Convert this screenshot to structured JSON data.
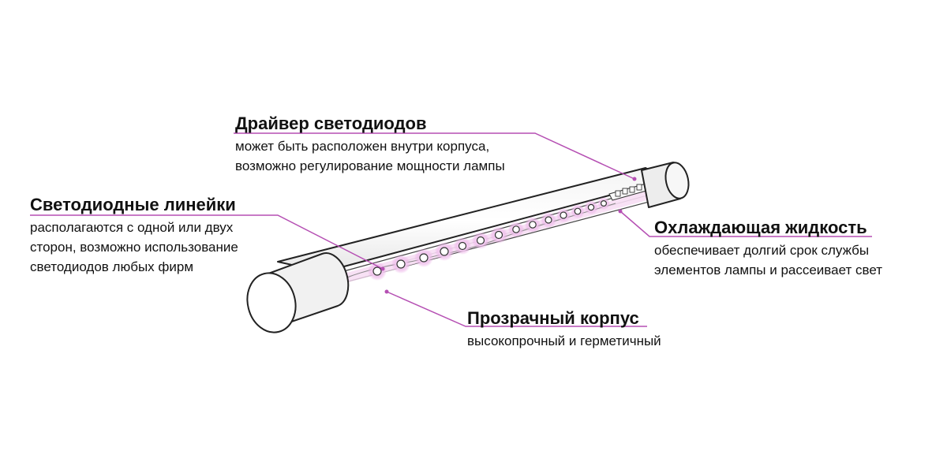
{
  "colors": {
    "accent": "#b54fb3",
    "led_glow": "#e9a4e4",
    "outline": "#222222"
  },
  "labels": {
    "driver": {
      "title": "Драйвер светодиодов",
      "lines": [
        "может быть расположен внутри корпуса,",
        "возможно регулирование мощности лампы"
      ]
    },
    "strips": {
      "title": "Светодиодные линейки",
      "lines": [
        "располагаются с одной или двух",
        "сторон, возможно использование",
        "светодиодов любых фирм"
      ]
    },
    "cooling": {
      "title": "Охлаждающая жидкость",
      "lines": [
        "обеспечивает долгий срок службы",
        "элементов лампы и рассеивает свет"
      ]
    },
    "housing": {
      "title": "Прозрачный корпус",
      "lines": [
        "высокопрочный и герметичный"
      ]
    }
  }
}
